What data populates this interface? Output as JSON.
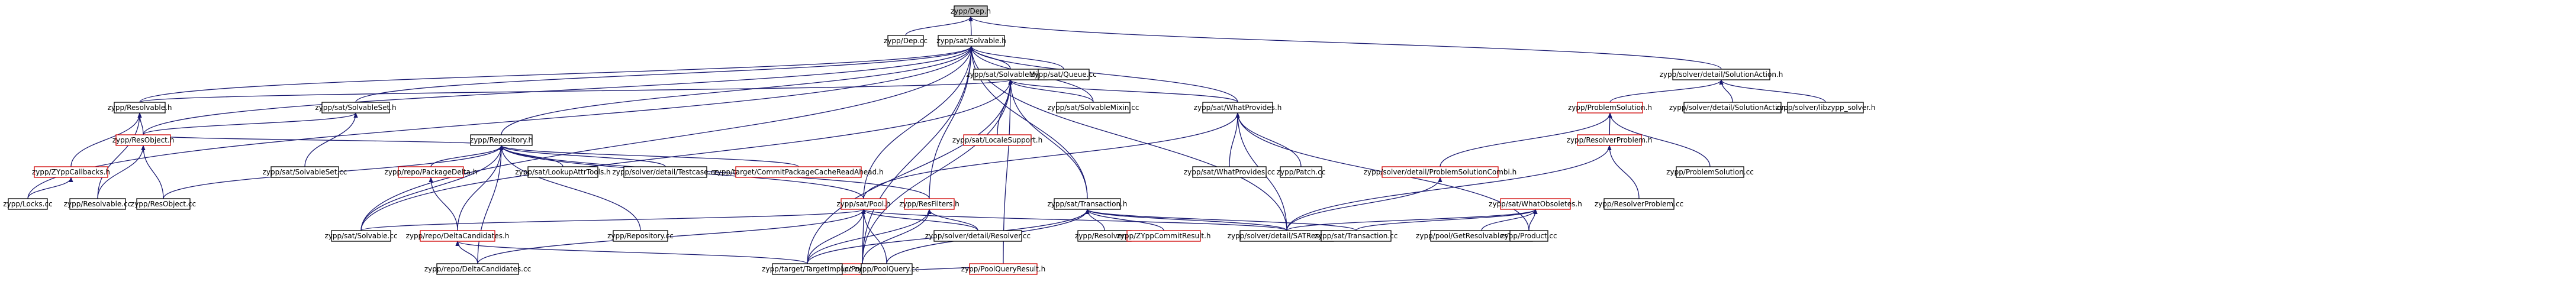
{
  "graph": {
    "nodes": [
      {
        "id": "dep_h",
        "label": "zypp/Dep.h",
        "root": true,
        "missing": false
      },
      {
        "id": "dep_cc",
        "label": "zypp/Dep.cc",
        "missing": false
      },
      {
        "id": "solvable_h",
        "label": "zypp/sat/Solvable.h",
        "missing": false
      },
      {
        "id": "solutionaction_h",
        "label": "zypp/solver/detail/SolutionAction.h",
        "missing": false
      },
      {
        "id": "resolvable_h",
        "label": "zypp/Resolvable.h",
        "missing": false
      },
      {
        "id": "solvablemixin_h",
        "label": "zypp/sat/SolvableMixin.h",
        "missing": false
      },
      {
        "id": "queue_cc",
        "label": "zypp/sat/Queue.cc",
        "missing": false
      },
      {
        "id": "problemsolution_h",
        "label": "zypp/ProblemSolution.h",
        "missing": true
      },
      {
        "id": "solutionaction_cc",
        "label": "zypp/solver/detail/SolutionAction.cc",
        "missing": false
      },
      {
        "id": "libzypp_solver_h",
        "label": "zypp/solver/libzypp_solver.h",
        "missing": false
      },
      {
        "id": "zyppcallbacks_h",
        "label": "zypp/ZYppCallbacks.h",
        "missing": true
      },
      {
        "id": "resobject_h",
        "label": "zypp/ResObject.h",
        "missing": true
      },
      {
        "id": "solvableset_h",
        "label": "zypp/sat/SolvableSet.h",
        "missing": false
      },
      {
        "id": "repository_h",
        "label": "zypp/Repository.h",
        "missing": false
      },
      {
        "id": "localesupport_h",
        "label": "zypp/sat/LocaleSupport.h",
        "missing": true
      },
      {
        "id": "solvablemixin_cc",
        "label": "zypp/sat/SolvableMixin.cc",
        "missing": false
      },
      {
        "id": "whatprovides_h",
        "label": "zypp/sat/WhatProvides.h",
        "missing": false
      },
      {
        "id": "resolverproblem_h",
        "label": "zypp/ResolverProblem.h",
        "missing": true
      },
      {
        "id": "problemsolution_cc",
        "label": "zypp/ProblemSolution.cc",
        "missing": false
      },
      {
        "id": "locks_cc",
        "label": "zypp/Locks.cc",
        "missing": false
      },
      {
        "id": "resolvable_cc",
        "label": "zypp/Resolvable.cc",
        "missing": false
      },
      {
        "id": "resobject_cc",
        "label": "zypp/ResObject.cc",
        "missing": false
      },
      {
        "id": "solvableset_cc",
        "label": "zypp/sat/SolvableSet.cc",
        "missing": false
      },
      {
        "id": "packagedelta_h",
        "label": "zypp/repo/PackageDelta.h",
        "missing": true
      },
      {
        "id": "lookupattrtools_h",
        "label": "zypp/sat/LookupAttrTools.h",
        "missing": false
      },
      {
        "id": "testcase_cc",
        "label": "zypp/solver/detail/Testcase.cc",
        "missing": false
      },
      {
        "id": "commitpackagecachereadahead_h",
        "label": "zypp/target/CommitPackageCacheReadAhead.h",
        "missing": true
      },
      {
        "id": "pool_h",
        "label": "zypp/sat/Pool.h",
        "missing": true
      },
      {
        "id": "resfilters_h",
        "label": "zypp/ResFilters.h",
        "missing": true
      },
      {
        "id": "transaction_h",
        "label": "zypp/sat/Transaction.h",
        "missing": false
      },
      {
        "id": "whatprovides_cc",
        "label": "zypp/sat/WhatProvides.cc",
        "missing": false
      },
      {
        "id": "patch_cc",
        "label": "zypp/Patch.cc",
        "missing": false
      },
      {
        "id": "problemsolutioncombi_h",
        "label": "zypp/solver/detail/ProblemSolutionCombi.h",
        "missing": true
      },
      {
        "id": "whatobsoletes_h",
        "label": "zypp/sat/WhatObsoletes.h",
        "missing": true
      },
      {
        "id": "resolverproblem_cc",
        "label": "zypp/ResolverProblem.cc",
        "missing": false
      },
      {
        "id": "deltacandidates_h",
        "label": "zypp/repo/DeltaCandidates.h",
        "missing": true
      },
      {
        "id": "solvable_cc",
        "label": "zypp/sat/Solvable.cc",
        "missing": false
      },
      {
        "id": "repository_cc",
        "label": "zypp/Repository.cc",
        "missing": false
      },
      {
        "id": "poolquery_h",
        "label": "zypp/PoolQuery.h",
        "missing": true
      },
      {
        "id": "resolver_cc",
        "label": "zypp/solver/detail/Resolver.cc",
        "missing": false
      },
      {
        "id": "resolver_cc2",
        "label": "zypp/Resolver.cc",
        "missing": false
      },
      {
        "id": "zyppcommitresult_h",
        "label": "zypp/ZYppCommitResult.h",
        "missing": true
      },
      {
        "id": "satresolver_cc",
        "label": "zypp/solver/detail/SATResolver.cc",
        "missing": false
      },
      {
        "id": "transaction_cc",
        "label": "zypp/sat/Transaction.cc",
        "missing": false
      },
      {
        "id": "getresolvablestoinsdel_cc",
        "label": "zypp/pool/GetResolvablesToInsDel.cc",
        "missing": false
      },
      {
        "id": "product_cc",
        "label": "zypp/Product.cc",
        "missing": false
      },
      {
        "id": "deltacandidates_cc",
        "label": "zypp/repo/DeltaCandidates.cc",
        "missing": false
      },
      {
        "id": "targetimpl_cc",
        "label": "zypp/target/TargetImpl.cc",
        "missing": false
      },
      {
        "id": "poolquery_cc",
        "label": "zypp/PoolQuery.cc",
        "missing": false
      },
      {
        "id": "poolqueryresult_h",
        "label": "zypp/PoolQueryResult.h",
        "missing": true
      }
    ],
    "edges": [
      [
        "dep_cc",
        "dep_h"
      ],
      [
        "solvable_h",
        "dep_h"
      ],
      [
        "solutionaction_h",
        "dep_h"
      ],
      [
        "resolvable_h",
        "solvable_h"
      ],
      [
        "solvablemixin_h",
        "solvable_h"
      ],
      [
        "queue_cc",
        "solvable_h"
      ],
      [
        "locks_cc",
        "solvable_h"
      ],
      [
        "resobject_h",
        "solvable_h"
      ],
      [
        "repository_h",
        "solvable_h"
      ],
      [
        "solvableset_h",
        "solvable_h"
      ],
      [
        "whatprovides_h",
        "solvable_h"
      ],
      [
        "pool_h",
        "solvable_h"
      ],
      [
        "resfilters_h",
        "solvable_h"
      ],
      [
        "transaction_h",
        "solvable_h"
      ],
      [
        "satresolver_cc",
        "solvable_h"
      ],
      [
        "poolquery_h",
        "solvable_h"
      ],
      [
        "solvablemixin_cc",
        "solvable_h"
      ],
      [
        "solvable_cc",
        "solvable_h"
      ],
      [
        "solvable_cc",
        "solvablemixin_h"
      ],
      [
        "resolvable_h",
        "solvablemixin_h"
      ],
      [
        "solvablemixin_cc",
        "solvablemixin_h"
      ],
      [
        "localesupport_h",
        "solvablemixin_h"
      ],
      [
        "whatprovides_h",
        "solvablemixin_h"
      ],
      [
        "transaction_h",
        "solvablemixin_h"
      ],
      [
        "poolquery_h",
        "solvablemixin_h"
      ],
      [
        "poolqueryresult_h",
        "solvablemixin_h"
      ],
      [
        "targetimpl_cc",
        "solvablemixin_h"
      ],
      [
        "zyppcallbacks_h",
        "resolvable_h"
      ],
      [
        "resobject_h",
        "resolvable_h"
      ],
      [
        "resolvable_cc",
        "resolvable_h"
      ],
      [
        "locks_cc",
        "zyppcallbacks_h"
      ],
      [
        "resolvable_cc",
        "resobject_h"
      ],
      [
        "resobject_cc",
        "resobject_h"
      ],
      [
        "solvableset_cc",
        "solvableset_h"
      ],
      [
        "resobject_h",
        "solvableset_h"
      ],
      [
        "resobject_h",
        "repository_h"
      ],
      [
        "packagedelta_h",
        "repository_h"
      ],
      [
        "lookupattrtools_h",
        "repository_h"
      ],
      [
        "testcase_cc",
        "repository_h"
      ],
      [
        "commitpackagecachereadahead_h",
        "repository_h"
      ],
      [
        "pool_h",
        "repository_h"
      ],
      [
        "resfilters_h",
        "repository_h"
      ],
      [
        "repository_cc",
        "repository_h"
      ],
      [
        "deltacandidates_h",
        "repository_h"
      ],
      [
        "deltacandidates_cc",
        "repository_h"
      ],
      [
        "resobject_cc",
        "repository_h"
      ],
      [
        "solvable_cc",
        "repository_h"
      ],
      [
        "whatprovides_cc",
        "whatprovides_h"
      ],
      [
        "patch_cc",
        "whatprovides_h"
      ],
      [
        "pool_h",
        "whatprovides_h"
      ],
      [
        "satresolver_cc",
        "whatprovides_h"
      ],
      [
        "product_cc",
        "whatprovides_h"
      ],
      [
        "problemsolution_h",
        "solutionaction_h"
      ],
      [
        "solutionaction_cc",
        "solutionaction_h"
      ],
      [
        "libzypp_solver_h",
        "solutionaction_h"
      ],
      [
        "resolverproblem_h",
        "problemsolution_h"
      ],
      [
        "problemsolution_cc",
        "problemsolution_h"
      ],
      [
        "problemsolutioncombi_h",
        "problemsolution_h"
      ],
      [
        "resolverproblem_cc",
        "resolverproblem_h"
      ],
      [
        "problemsolution_h",
        "resolverproblem_h"
      ],
      [
        "satresolver_cc",
        "resolverproblem_h"
      ],
      [
        "satresolver_cc",
        "problemsolutioncombi_h"
      ],
      [
        "deltacandidates_h",
        "packagedelta_h"
      ],
      [
        "deltacandidates_cc",
        "deltacandidates_h"
      ],
      [
        "targetimpl_cc",
        "deltacandidates_h"
      ],
      [
        "solvable_cc",
        "pool_h"
      ],
      [
        "resolver_cc",
        "pool_h"
      ],
      [
        "poolquery_h",
        "pool_h"
      ],
      [
        "poolquery_cc",
        "pool_h"
      ],
      [
        "targetimpl_cc",
        "pool_h"
      ],
      [
        "deltacandidates_cc",
        "pool_h"
      ],
      [
        "satresolver_cc",
        "pool_h"
      ],
      [
        "resolver_cc",
        "resfilters_h"
      ],
      [
        "poolquery_h",
        "resfilters_h"
      ],
      [
        "targetimpl_cc",
        "resfilters_h"
      ],
      [
        "resolver_cc2",
        "transaction_h"
      ],
      [
        "zyppcommitresult_h",
        "transaction_h"
      ],
      [
        "transaction_cc",
        "transaction_h"
      ],
      [
        "targetimpl_cc",
        "transaction_h"
      ],
      [
        "satresolver_cc",
        "transaction_h"
      ],
      [
        "poolquery_cc",
        "transaction_h"
      ],
      [
        "satresolver_cc",
        "whatobsoletes_h"
      ],
      [
        "transaction_cc",
        "whatobsoletes_h"
      ],
      [
        "getresolvablestoinsdel_cc",
        "whatobsoletes_h"
      ],
      [
        "product_cc",
        "whatobsoletes_h"
      ],
      [
        "poolquery_cc",
        "poolquery_h"
      ],
      [
        "poolqueryresult_h",
        "poolquery_h"
      ],
      [
        "targetimpl_cc",
        "poolquery_h"
      ]
    ]
  }
}
